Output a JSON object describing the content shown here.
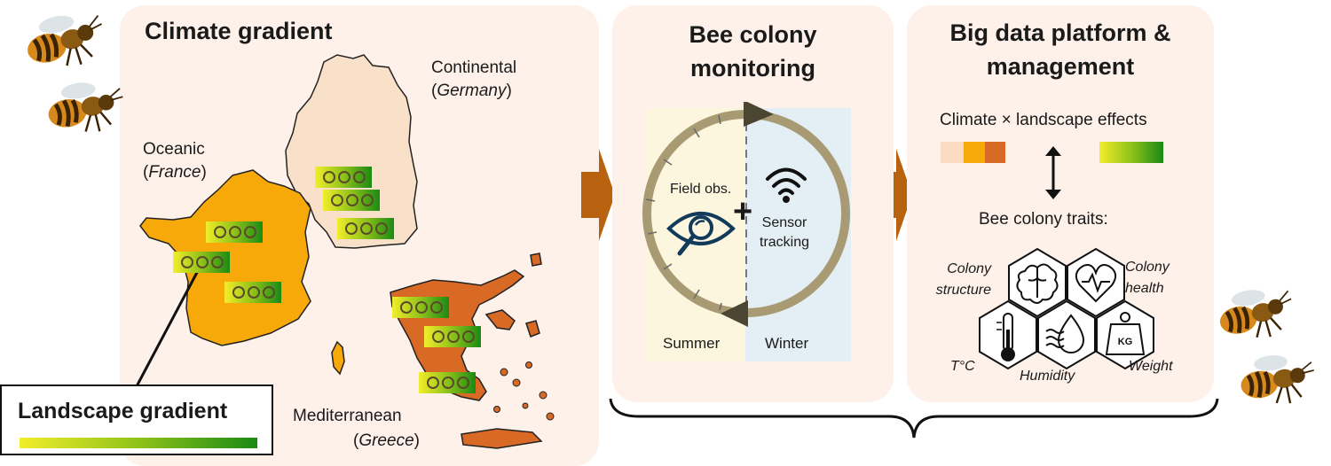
{
  "panel1": {
    "title": "Climate gradient",
    "continental": {
      "name": "Continental",
      "country": "Germany"
    },
    "oceanic": {
      "name": "Oceanic",
      "country": "France"
    },
    "mediterranean": {
      "name": "Mediterranean",
      "country": "Greece"
    },
    "landscape_box": {
      "title": "Landscape gradient"
    }
  },
  "panel2": {
    "title_line1": "Bee colony",
    "title_line2": "monitoring",
    "field_obs": "Field obs.",
    "sensor_line1": "Sensor",
    "sensor_line2": "tracking",
    "plus": "+",
    "summer": "Summer",
    "winter": "Winter"
  },
  "panel3": {
    "title_line1": "Big data platform &",
    "title_line2": "management",
    "effects": "Climate × landscape effects",
    "traits": "Bee colony traits:",
    "structure_line1": "Colony",
    "structure_line2": "structure",
    "health_line1": "Colony",
    "health_line2": "health",
    "temp": "T°C",
    "humidity": "Humidity",
    "weight": "Weight",
    "kg": "KG"
  },
  "colors": {
    "panel_bg": "#fdf1ea",
    "arrow": "#b8620f",
    "france": "#f7a90a",
    "germany": "#f9e0c8",
    "greece": "#d86a26",
    "cycle": "#a89a72",
    "summer_bg": "#fbf6dd",
    "winter_bg": "#e3eef5"
  },
  "icons": {
    "bee": "bee-photo",
    "eye": "eye-magnifier-icon",
    "wifi": "wifi-icon",
    "brain": "brain-icon",
    "heart": "heart-pulse-icon",
    "thermometer": "thermometer-icon",
    "humidity": "humidity-drop-icon",
    "weight": "weight-kg-icon"
  }
}
